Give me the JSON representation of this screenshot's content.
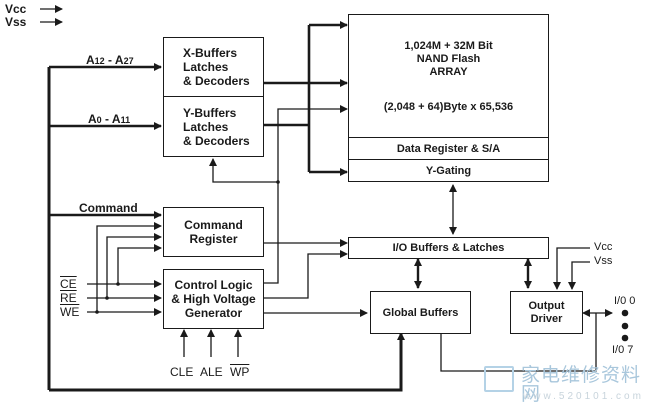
{
  "legend": {
    "vcc": "Vcc",
    "vss": "Vss"
  },
  "signals": {
    "addr_high": "A12 - A27",
    "addr_high_parts": {
      "a": "A",
      "a_sub": "12",
      "sep": " - ",
      "b": "A",
      "b_sub": "27"
    },
    "addr_low": "A0 - A11",
    "addr_low_parts": {
      "a": "A",
      "a_sub": "0",
      "sep": " - ",
      "b": "A",
      "b_sub": "11"
    },
    "command": "Command",
    "ce": "CE",
    "re": "RE",
    "we": "WE",
    "cle": "CLE",
    "ale": "ALE",
    "wp": "WP",
    "vcc_right": "Vcc",
    "vss_right": "Vss",
    "io0": "I/0 0",
    "io7": "I/0 7"
  },
  "blocks": {
    "x_buffers": [
      "X-Buffers",
      "Latches",
      "& Decoders"
    ],
    "y_buffers": [
      "Y-Buffers",
      "Latches",
      "& Decoders"
    ],
    "array": {
      "lines": [
        "1,024M + 32M Bit",
        "NAND Flash",
        "ARRAY"
      ],
      "organization": "(2,048 + 64)Byte x 65,536",
      "data_register": "Data Register & S/A",
      "y_gating": "Y-Gating"
    },
    "command_register": [
      "Command",
      "Register"
    ],
    "control_logic": [
      "Control Logic",
      "& High Voltage",
      "Generator"
    ],
    "io_buffers": "I/O Buffers & Latches",
    "global_buffers": "Global Buffers",
    "output_driver": [
      "Output",
      "Driver"
    ]
  },
  "watermark": {
    "text": "家电维修资料网",
    "url": "www.520101.com"
  }
}
